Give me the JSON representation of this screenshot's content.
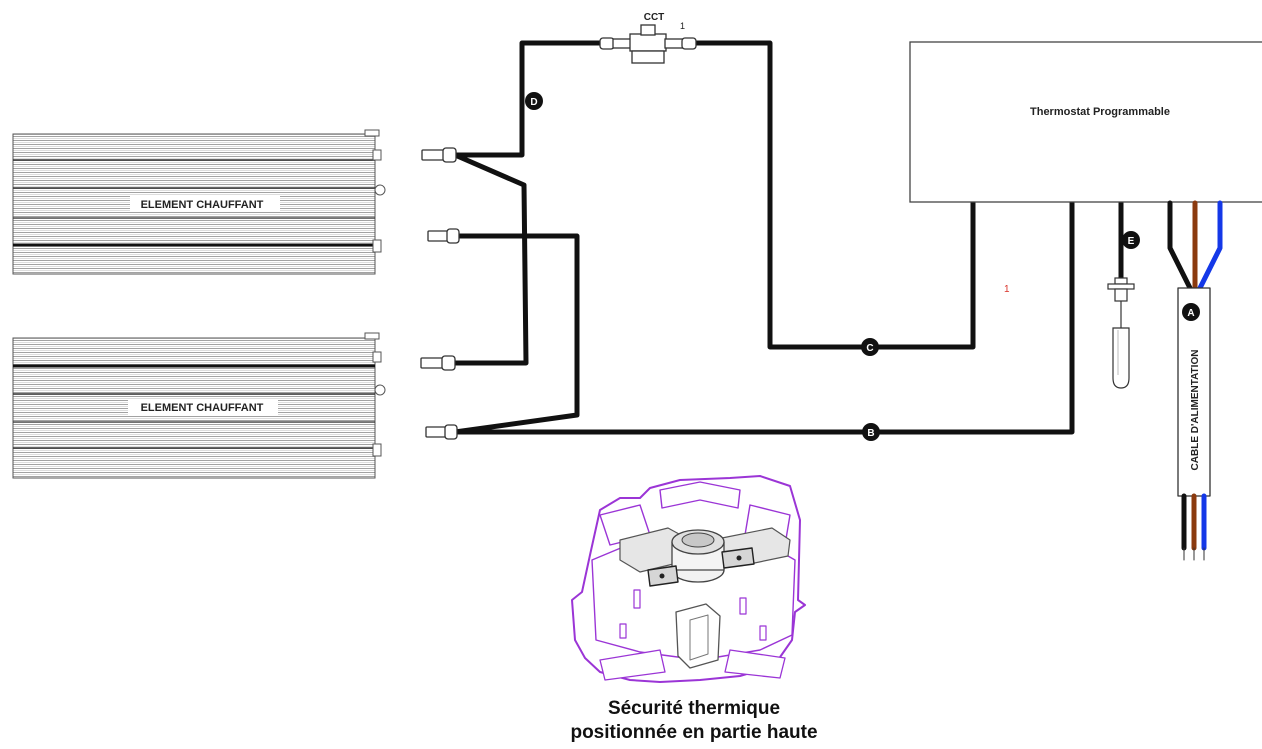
{
  "heaters": {
    "top_label": "ELEMENT CHAUFFANT",
    "bottom_label": "ELEMENT CHAUFFANT"
  },
  "cct": {
    "label": "CCT",
    "pin": "1"
  },
  "thermostat": {
    "label": "Thermostat Programmable"
  },
  "marker_one": "1",
  "wire_labels": {
    "a": "A",
    "b": "B",
    "c": "C",
    "d": "D",
    "e": "E"
  },
  "power_cable": {
    "label": "CABLE D'ALIMENTATION"
  },
  "caption": {
    "line1": "Sécurité thermique",
    "line2": "positionnée en partie haute"
  },
  "colors": {
    "wire": "#111111",
    "brown": "#8b3a0e",
    "blue": "#1438e8",
    "purple": "#9b35d6",
    "red": "#d9342b"
  }
}
